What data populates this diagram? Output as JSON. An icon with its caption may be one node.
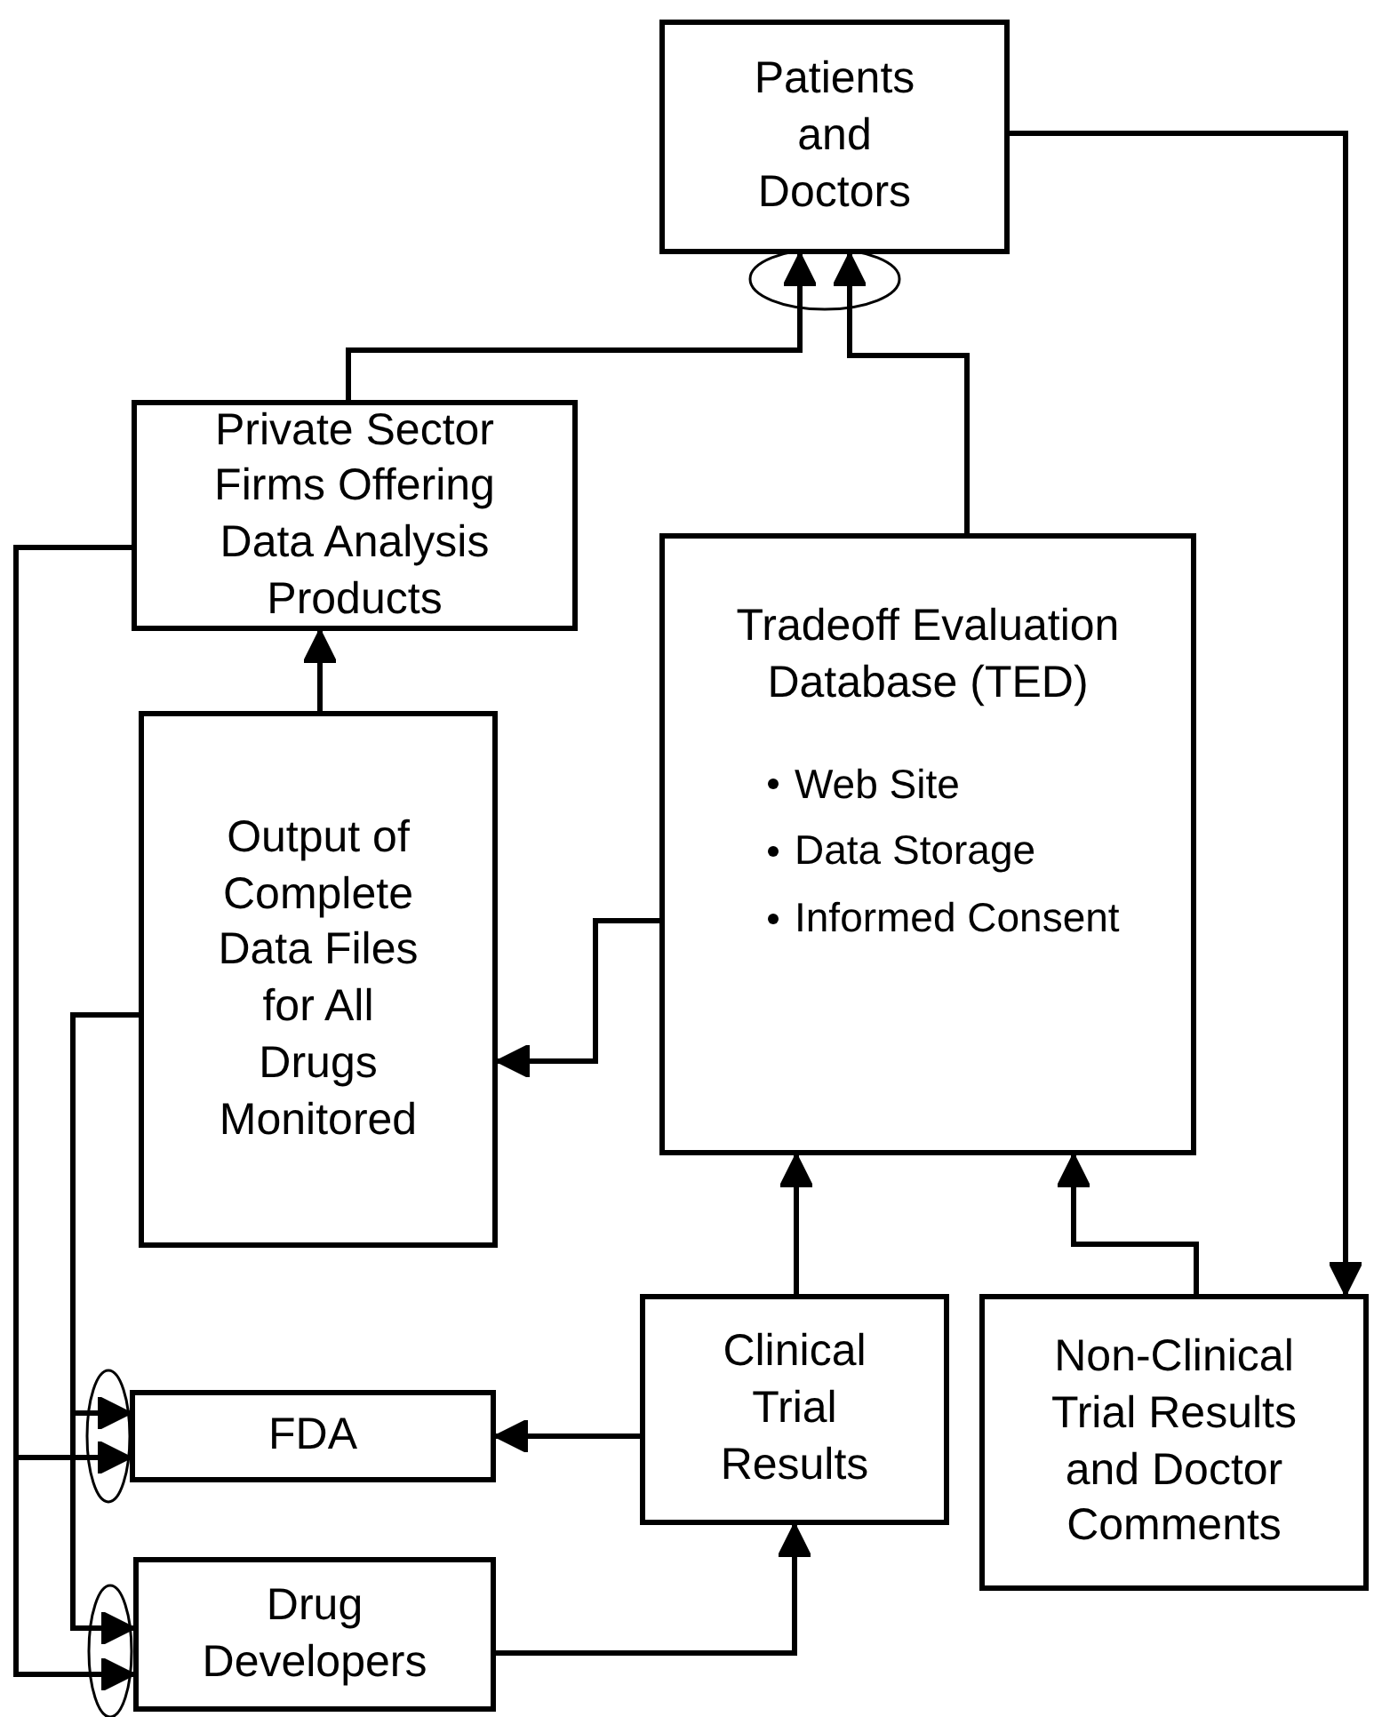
{
  "diagram": {
    "nodes": [
      {
        "text": [
          "Patients and Doctors"
        ]
      },
      {
        "text": [
          "Private Sector Firms Offering Data Analysis Products"
        ]
      },
      {
        "text": [
          "Tradeoff Evaluation Database (TED)",
          "Web Site",
          "Data Storage",
          "Informed Consent"
        ]
      },
      {
        "text": [
          "Output of Complete Data Files for All Drugs Monitored"
        ]
      },
      {
        "text": [
          "Clinical Trial Results"
        ]
      },
      {
        "text": [
          "Non-Clinical Trial Results and Doctor Comments"
        ]
      },
      {
        "text": [
          "FDA"
        ]
      },
      {
        "text": [
          "Drug Developers"
        ]
      }
    ],
    "edges": [
      {
        "from": 1,
        "to": 0,
        "arrow": "to"
      },
      {
        "from": 2,
        "to": 0,
        "arrow": "to"
      },
      {
        "from": 0,
        "to": 5,
        "arrow": "to"
      },
      {
        "from": 3,
        "to": 1,
        "arrow": "to"
      },
      {
        "from": 2,
        "to": 3,
        "arrow": "to"
      },
      {
        "from": 4,
        "to": 2,
        "arrow": "to"
      },
      {
        "from": 5,
        "to": 2,
        "arrow": "to"
      },
      {
        "from": 4,
        "to": 6,
        "arrow": "to"
      },
      {
        "from": 7,
        "to": 4,
        "arrow": "to"
      },
      {
        "from": 1,
        "to": 7,
        "arrow": "to"
      },
      {
        "from": 1,
        "to": 6,
        "arrow": "to"
      },
      {
        "from": 3,
        "to": 6,
        "arrow": "to"
      },
      {
        "from": 3,
        "to": 7,
        "arrow": "to"
      }
    ]
  }
}
